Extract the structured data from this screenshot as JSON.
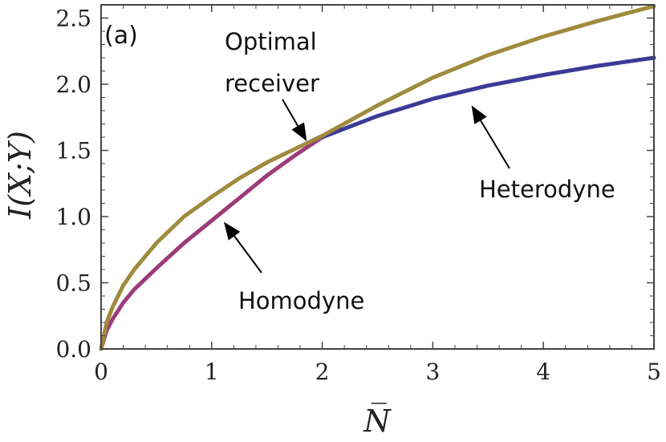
{
  "chart_data": {
    "type": "line",
    "panel_label": "(a)",
    "xlabel": "N̅",
    "ylabel": "I(X;Y)",
    "xlim": [
      0,
      5
    ],
    "ylim": [
      0,
      2.6
    ],
    "x_ticks": [
      "0",
      "1",
      "2",
      "3",
      "4",
      "5"
    ],
    "y_ticks": [
      "0.0",
      "0.5",
      "1.0",
      "1.5",
      "2.0",
      "2.5"
    ],
    "grid": false,
    "series": [
      {
        "name": "Homodyne",
        "color": "#9b3b7c",
        "x": [
          0,
          0.05,
          0.1,
          0.2,
          0.3,
          0.5,
          0.75,
          1.0,
          1.25,
          1.5,
          1.75,
          2.0
        ],
        "y": [
          0,
          0.14,
          0.22,
          0.35,
          0.45,
          0.61,
          0.8,
          0.97,
          1.14,
          1.31,
          1.46,
          1.6
        ]
      },
      {
        "name": "Heterodyne",
        "color": "#3b3b96",
        "x": [
          2.0,
          2.5,
          3.0,
          3.5,
          4.0,
          4.5,
          5.0
        ],
        "y": [
          1.6,
          1.76,
          1.89,
          1.99,
          2.07,
          2.14,
          2.2
        ]
      },
      {
        "name": "Optimal receiver",
        "color": "#a08a3e",
        "x": [
          0,
          0.05,
          0.1,
          0.2,
          0.3,
          0.5,
          0.75,
          1.0,
          1.25,
          1.5,
          1.75,
          2.0,
          2.5,
          3.0,
          3.5,
          4.0,
          4.5,
          5.0
        ],
        "y": [
          0,
          0.2,
          0.31,
          0.48,
          0.6,
          0.8,
          1.0,
          1.15,
          1.29,
          1.41,
          1.51,
          1.61,
          1.84,
          2.05,
          2.22,
          2.36,
          2.48,
          2.59
        ]
      }
    ],
    "annotations": [
      {
        "lines": [
          "Optimal",
          "receiver"
        ],
        "points_to": [
          1.86,
          1.57
        ]
      },
      {
        "lines": [
          "Heterodyne"
        ],
        "points_to": [
          3.35,
          1.84
        ]
      },
      {
        "lines": [
          "Homodyne"
        ],
        "points_to": [
          1.11,
          0.96
        ]
      }
    ]
  }
}
